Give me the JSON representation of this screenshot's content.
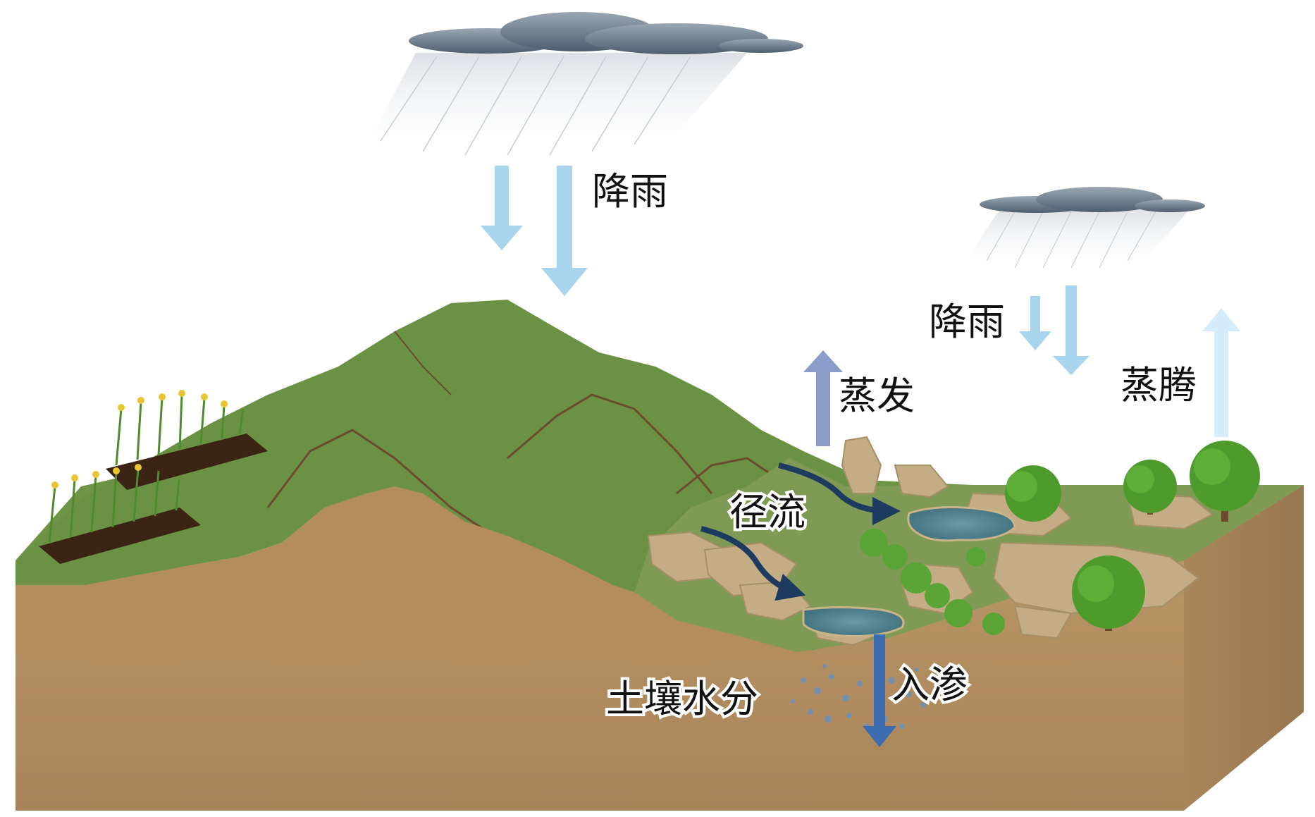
{
  "labels": {
    "rain_main": "降雨",
    "rain_right": "降雨",
    "evaporation": "蒸发",
    "transpiration": "蒸腾",
    "runoff": "径流",
    "soil_moisture": "土壤水分",
    "infiltration": "入渗"
  },
  "colors": {
    "soil": "#b08a5c",
    "soil_front": "#b5905f",
    "grass": "#6f9446",
    "grass_dark": "#5f8a3c",
    "rain_arrow": "#a8d4ee",
    "evap_arrow": "#8c9ccb",
    "transp_arrow": "#d6ecf8",
    "runoff_arrow": "#1e3a5f",
    "infiltration_arrow": "#3d6cb0",
    "cloud": "#6f7f90",
    "water": "#4d7d8c",
    "rock": "#c4ad84",
    "tree": "#4e9a2c"
  }
}
